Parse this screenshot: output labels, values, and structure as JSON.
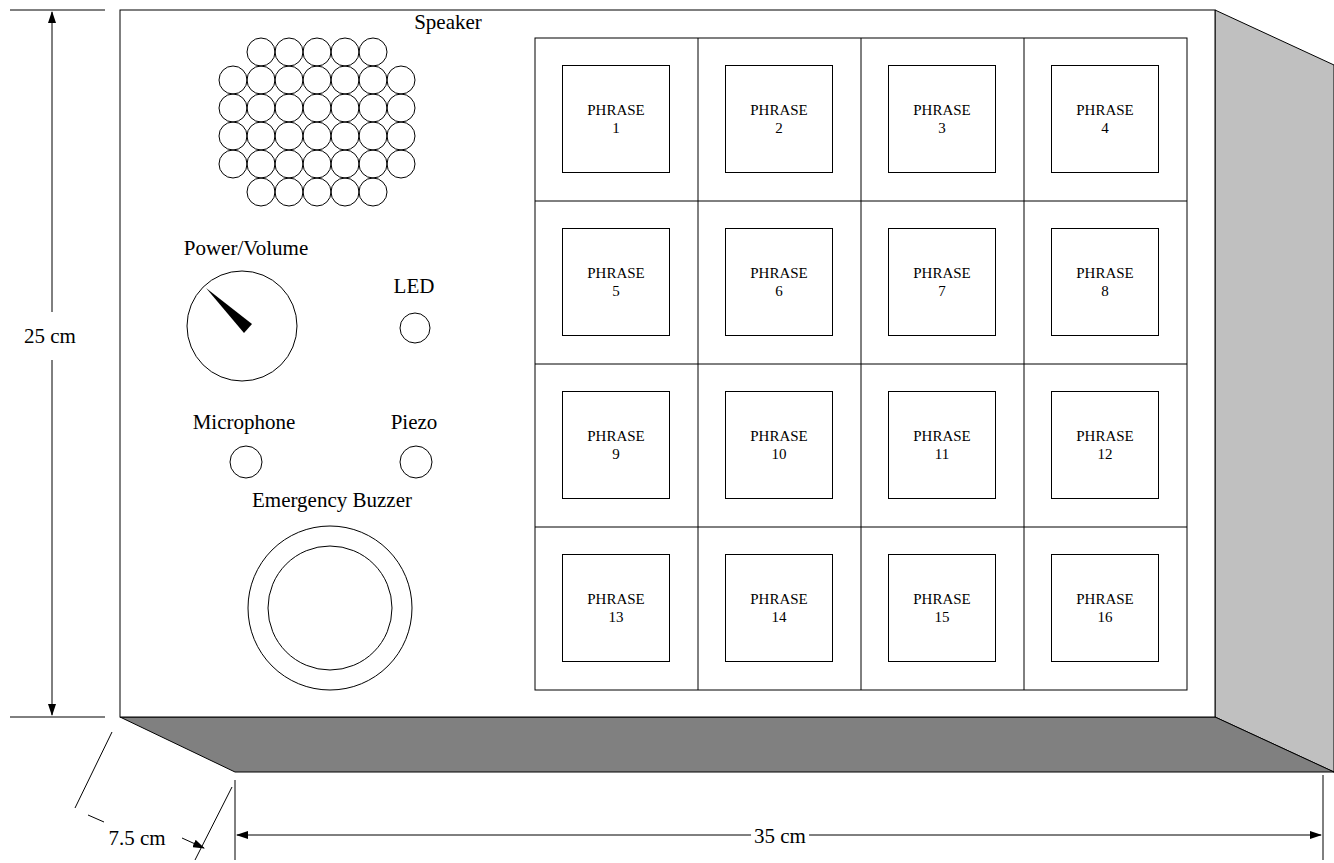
{
  "diagram": {
    "nodes": [
      {
        "text": [
          "PHRASE 1"
        ]
      },
      {
        "text": [
          "PHRASE 2"
        ]
      },
      {
        "text": [
          "PHRASE 3"
        ]
      },
      {
        "text": [
          "PHRASE 4"
        ]
      },
      {
        "text": [
          "PHRASE 5"
        ]
      },
      {
        "text": [
          "PHRASE 6"
        ]
      },
      {
        "text": [
          "PHRASE 7"
        ]
      },
      {
        "text": [
          "PHRASE 8"
        ]
      },
      {
        "text": [
          "PHRASE 9"
        ]
      },
      {
        "text": [
          "PHRASE 10"
        ]
      },
      {
        "text": [
          "PHRASE 11"
        ]
      },
      {
        "text": [
          "PHRASE 12"
        ]
      },
      {
        "text": [
          "PHRASE 13"
        ]
      },
      {
        "text": [
          "PHRASE 14"
        ]
      },
      {
        "text": [
          "PHRASE 15"
        ]
      },
      {
        "text": [
          "PHRASE 16"
        ]
      }
    ],
    "labels": [
      "Speaker",
      "Power/Volume",
      "LED",
      "Microphone",
      "Piezo",
      "Emergency Buzzer",
      "25 cm",
      "7.5 cm",
      "35 cm"
    ]
  }
}
